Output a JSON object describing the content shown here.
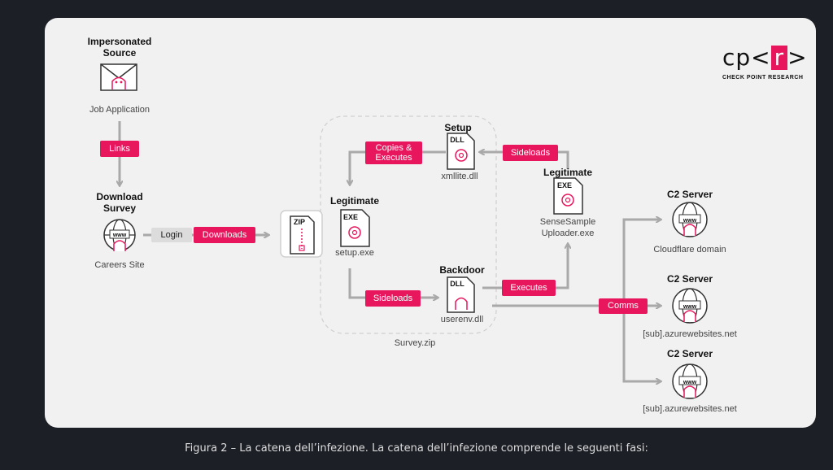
{
  "caption": "Figura 2 – La catena dell’infezione. La catena dell’infezione comprende le seguenti fasi:",
  "logo": {
    "left": "cp<",
    "mark": "r",
    "right": ">",
    "sub": "CHECK POINT RESEARCH"
  },
  "colors": {
    "accent": "#e8175d",
    "line": "#a9a9a9",
    "panel": "#f1f1f1",
    "background": "#1c1f26"
  },
  "source": {
    "title": "Impersonated Source",
    "label": "Job Application",
    "icon": "envelope-ghost-icon"
  },
  "survey": {
    "title": "Download Survey",
    "label": "Careers Site",
    "icon": "www-globe-icon"
  },
  "zip": {
    "badge": "ZIP",
    "icon": "zip-file-icon"
  },
  "group_label": "Survey.zip",
  "setup_exe": {
    "title": "Legitimate",
    "badge": "EXE",
    "label": "setup.exe"
  },
  "xmllite": {
    "title": "Setup",
    "badge": "DLL",
    "label": "xmllite.dll"
  },
  "userenv": {
    "title": "Backdoor",
    "badge": "DLL",
    "label": "userenv.dll"
  },
  "sensesample": {
    "title": "Legitimate",
    "badge": "EXE",
    "label": "SenseSample\nUploader.exe"
  },
  "edges": {
    "links": "Links",
    "login": "Login",
    "downloads": "Downloads",
    "copies": "Copies &\nExecutes",
    "sideloads_top": "Sideloads",
    "sideloads_bottom": "Sideloads",
    "executes": "Executes",
    "comms": "Comms"
  },
  "servers": [
    {
      "title": "C2 Server",
      "label": "Cloudflare domain",
      "badge": "www"
    },
    {
      "title": "C2 Server",
      "label": "[sub].azurewebsites.net",
      "badge": "www"
    },
    {
      "title": "C2 Server",
      "label": "[sub].azurewebsites.net",
      "badge": "www"
    }
  ]
}
